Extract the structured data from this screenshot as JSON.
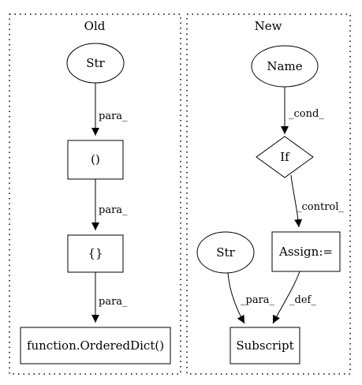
{
  "clusters": {
    "old": {
      "title": "Old"
    },
    "new": {
      "title": "New"
    }
  },
  "old": {
    "str_label": "Str",
    "paren_label": "()",
    "brace_label": "{}",
    "func_label": "function.OrderedDict()",
    "edge1": "para_",
    "edge2": "para_",
    "edge3": "para_"
  },
  "new": {
    "name_label": "Name",
    "if_label": "If",
    "assign_label": "Assign:=",
    "str_label": "Str",
    "subscript_label": "Subscript",
    "edge_cond": "_cond_",
    "edge_control": "_control_",
    "edge_para": "_para_",
    "edge_def": "_def_"
  }
}
